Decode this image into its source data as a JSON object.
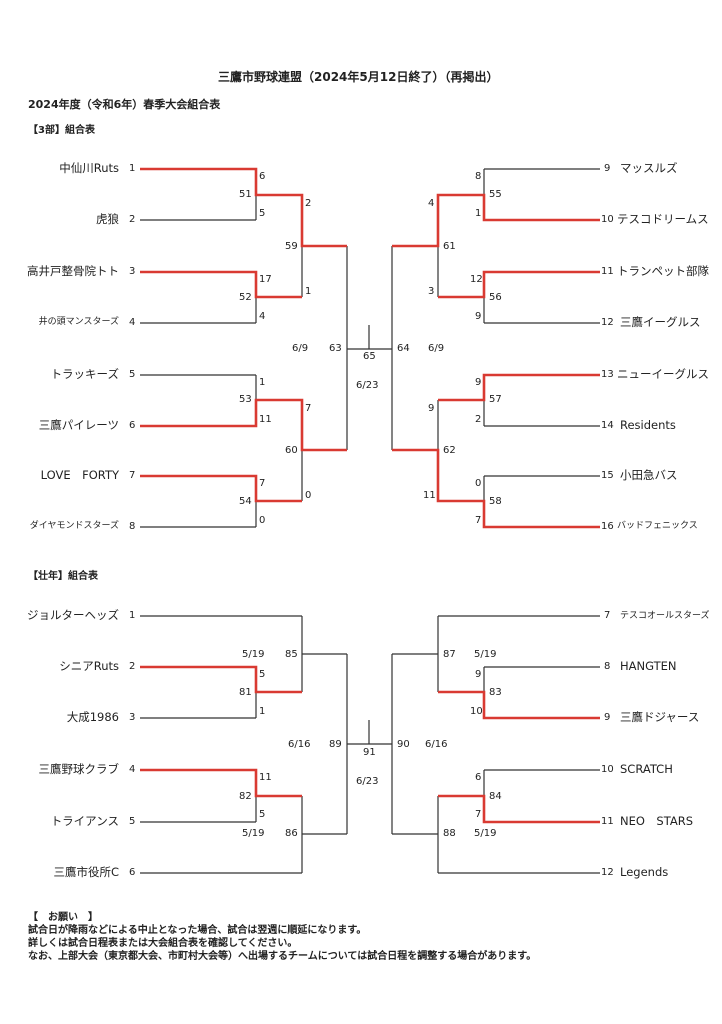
{
  "header": {
    "title": "三鷹市野球連盟（2024年5月12日終了）（再掲出）",
    "subtitle": "2024年度（令和6年）春季大会組合表"
  },
  "div3": {
    "label": "【3部】組合表",
    "teams": [
      {
        "seed": "1",
        "name": "中仙川Ruts"
      },
      {
        "seed": "2",
        "name": "虎狼"
      },
      {
        "seed": "3",
        "name": "高井戸整骨院トト"
      },
      {
        "seed": "4",
        "name": "井の頭マンスターズ"
      },
      {
        "seed": "5",
        "name": "トラッキーズ"
      },
      {
        "seed": "6",
        "name": "三鷹パイレーツ"
      },
      {
        "seed": "7",
        "name": "LOVE　FORTY"
      },
      {
        "seed": "8",
        "name": "ダイヤモンドスターズ"
      },
      {
        "seed": "9",
        "name": "マッスルズ"
      },
      {
        "seed": "10",
        "name": "テスコドリームス"
      },
      {
        "seed": "11",
        "name": "トランペット部隊"
      },
      {
        "seed": "12",
        "name": "三鷹イーグルス"
      },
      {
        "seed": "13",
        "name": "ニューイーグルス"
      },
      {
        "seed": "14",
        "name": "Residents"
      },
      {
        "seed": "15",
        "name": "小田急バス"
      },
      {
        "seed": "16",
        "name": "バッドフェニックス"
      }
    ],
    "scores": {
      "g51a": "6",
      "g51b": "5",
      "g52a": "17",
      "g52b": "4",
      "g53a": "1",
      "g53b": "11",
      "g54a": "7",
      "g54b": "0",
      "g59a": "2",
      "g59b": "1",
      "g60a": "7",
      "g60b": "0",
      "g55a": "8",
      "g55b": "1",
      "g56a": "12",
      "g56b": "9",
      "g57a": "9",
      "g57b": "2",
      "g58a": "0",
      "g58b": "7",
      "g61a": "4",
      "g61b": "3",
      "g62a": "9",
      "g62b": "11"
    },
    "games": {
      "g51": "51",
      "g52": "52",
      "g53": "53",
      "g54": "54",
      "g55": "55",
      "g56": "56",
      "g57": "57",
      "g58": "58",
      "g59": "59",
      "g60": "60",
      "g61": "61",
      "g62": "62",
      "g63": "63",
      "g64": "64",
      "g65": "65"
    },
    "dates": {
      "left": "6/9",
      "right": "6/9",
      "final": "6/23"
    }
  },
  "masters": {
    "label": "【壮年】組合表",
    "teams": [
      {
        "seed": "1",
        "name": "ジョルターヘッズ"
      },
      {
        "seed": "2",
        "name": "シニアRuts"
      },
      {
        "seed": "3",
        "name": "大成1986"
      },
      {
        "seed": "4",
        "name": "三鷹野球クラブ"
      },
      {
        "seed": "5",
        "name": "トライアンス"
      },
      {
        "seed": "6",
        "name": "三鷹市役所C"
      },
      {
        "seed": "7",
        "name": "テスコオールスターズ"
      },
      {
        "seed": "8",
        "name": "HANGTEN"
      },
      {
        "seed": "9",
        "name": "三鷹ドジャース"
      },
      {
        "seed": "10",
        "name": "SCRATCH"
      },
      {
        "seed": "11",
        "name": "NEO　STARS"
      },
      {
        "seed": "12",
        "name": "Legends"
      }
    ],
    "scores": {
      "g81a": "5",
      "g81b": "1",
      "g82a": "11",
      "g82b": "5",
      "g83a": "9",
      "g83b": "10",
      "g84a": "6",
      "g84b": "7"
    },
    "games": {
      "g81": "81",
      "g82": "82",
      "g83": "83",
      "g84": "84",
      "g85": "85",
      "g86": "86",
      "g87": "87",
      "g88": "88",
      "g89": "89",
      "g90": "90",
      "g91": "91"
    },
    "dates": {
      "d85": "5/19",
      "d86": "5/19",
      "d87": "5/19",
      "d88": "5/19",
      "left": "6/16",
      "right": "6/16",
      "final": "6/23"
    }
  },
  "notes": {
    "heading": "【　お願い　】",
    "lines": [
      "試合日が降雨などによる中止となった場合、試合は翌週に順延になります。",
      "詳しくは試合日程表または大会組合表を確認してください。",
      "なお、上部大会（東京都大会、市町村大会等）へ出場するチームについては試合日程を調整する場合があります。"
    ]
  },
  "colors": {
    "line": "#333333",
    "winner": "#d93a32"
  }
}
